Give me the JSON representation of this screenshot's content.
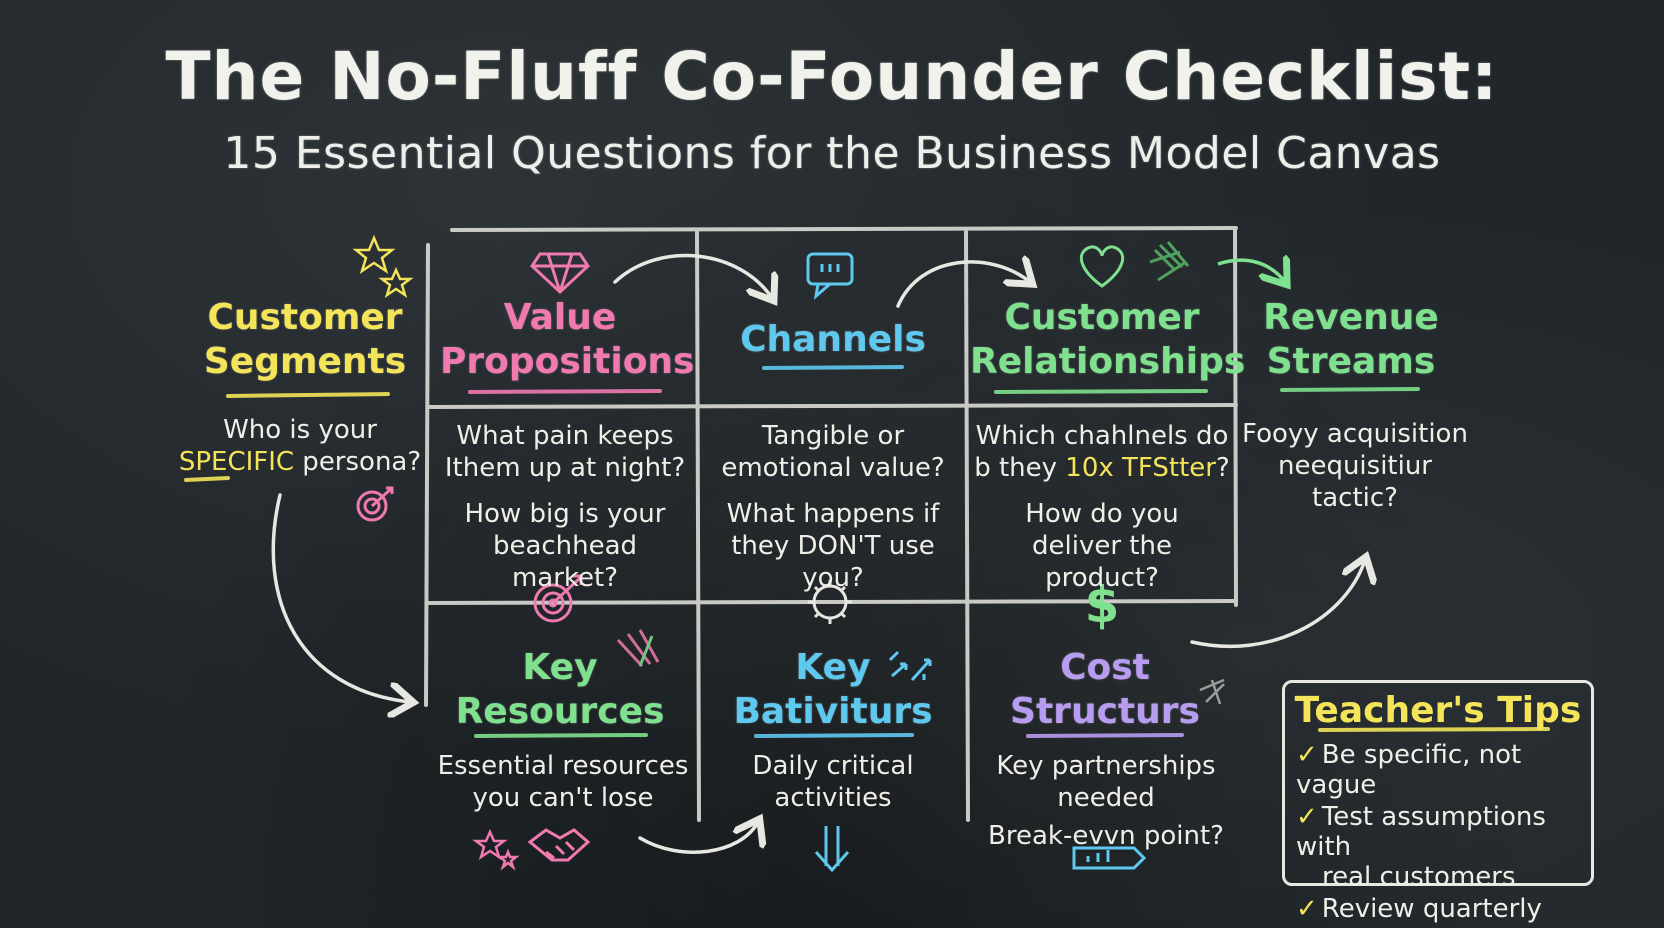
{
  "title": "The No-Fluff Co-Founder Checklist:",
  "subtitle": "15 Essential Questions for the Business Model Canvas",
  "colors": {
    "yellow": "#f3e45a",
    "pink": "#f07ab0",
    "blue": "#5ec8ee",
    "green": "#7fe08e",
    "purple": "#b79cf0",
    "chalk": "#ececE6"
  },
  "canvas": {
    "customer_segments": {
      "heading_line1": "Customer",
      "heading_line2": "Segments",
      "question_line1": "Who is your",
      "question_highlight": "SPECIFIC",
      "question_rest": " persona?"
    },
    "value_propositions": {
      "heading_line1": "Value",
      "heading_line2": "Propositions",
      "q1_line1": "What pain keeps",
      "q1_line2": "Ithem up at night?",
      "q2_line1": "How big is your",
      "q2_line2": "beachhead market?"
    },
    "channels": {
      "heading": "Channels",
      "q1_line1": "Tangible or",
      "q1_line2": "emotional value?",
      "q2_line1": "What happens if",
      "q2_line2": "they DON'T use you?"
    },
    "customer_relationships": {
      "heading_line1": "Customer",
      "heading_line2": "Relationships",
      "q1_line1": "Which chahlnels do",
      "q1_line2_pre": "b they ",
      "q1_line2_hl": "10x TFStter",
      "q1_line2_post": "?",
      "q2_line1": "How do you",
      "q2_line2": "deliver the product?"
    },
    "revenue_streams": {
      "heading_line1": "Revenue",
      "heading_line2": "Streams",
      "q_line1": "Fooyy acquisition",
      "q_line2": "neequisitiur",
      "q_line3": "tactic?"
    },
    "key_resources": {
      "heading_line1": "Key",
      "heading_line2": "Resources",
      "q_line1": "Essential resources",
      "q_line2": "you can't lose"
    },
    "key_activities": {
      "heading_line1": "Key",
      "heading_line2": "Bativiturs",
      "q_line1": "Daily critical",
      "q_line2": "activities"
    },
    "cost_structure": {
      "heading_line1": "Cost",
      "heading_line2": "Structurs",
      "q1_line1": "Key partnerships",
      "q1_line2": "needed",
      "q2": "Break-evvn point?"
    }
  },
  "teachers_tips": {
    "title": "Teacher's Tips",
    "check": "✓",
    "tip1": "Be specific, not vague",
    "tip2_line1": "Test assumptions with",
    "tip2_line2": "real customers",
    "tip3": "Review quarterly"
  },
  "icons": [
    "star-icon",
    "diamond-icon",
    "chat-bubble-icon",
    "heart-icon",
    "target-icon",
    "gear-icon",
    "dollar-icon",
    "handshake-icon",
    "lightning-icon",
    "download-arrow-icon",
    "battery-icon"
  ]
}
